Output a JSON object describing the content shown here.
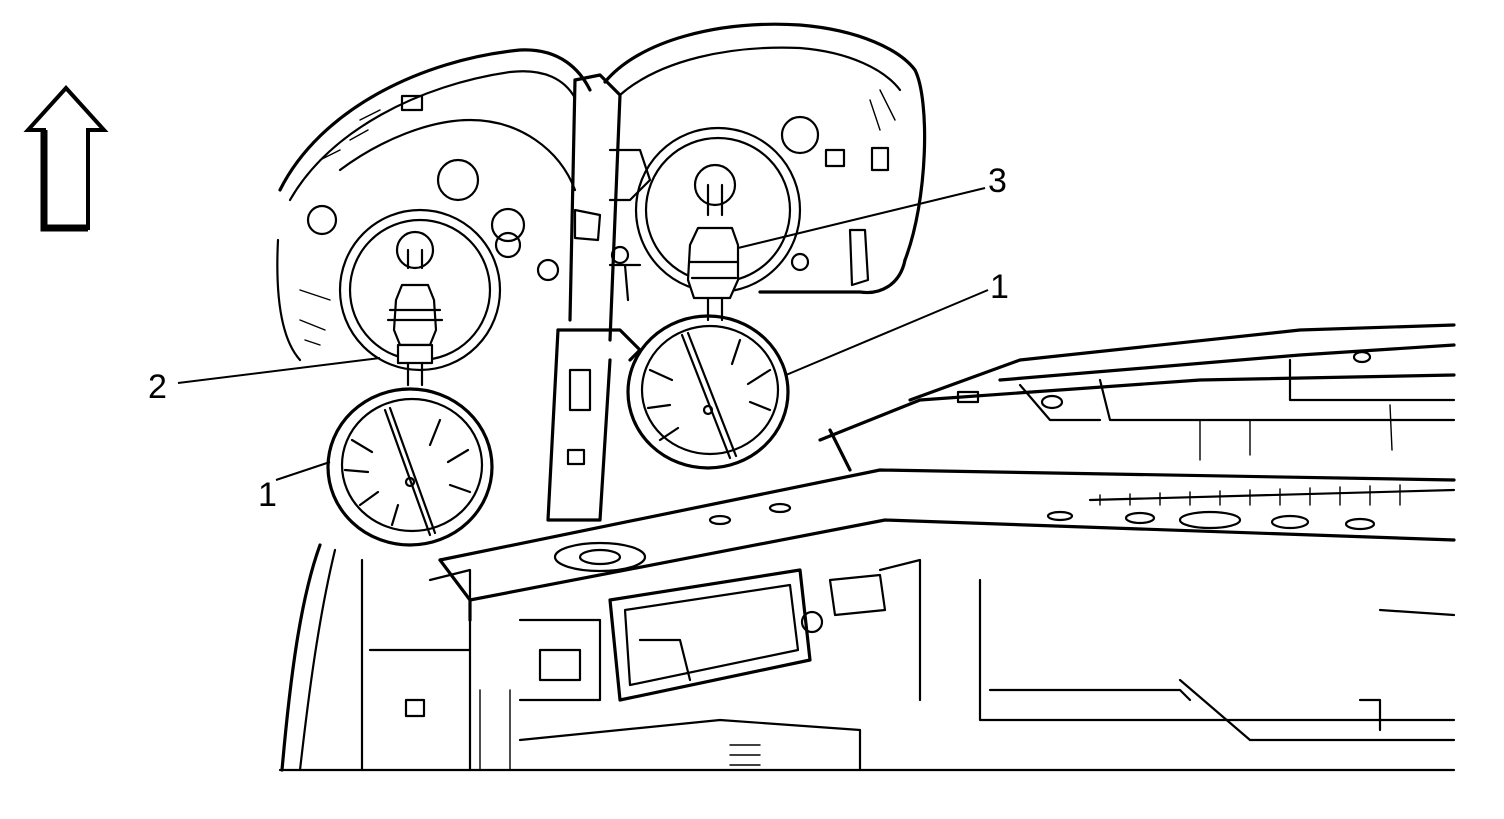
{
  "callouts": {
    "c1_left": "1",
    "c1_right": "1",
    "c2": "2",
    "c3": "3"
  },
  "icons": {
    "direction_arrow": "up-arrow-icon"
  }
}
